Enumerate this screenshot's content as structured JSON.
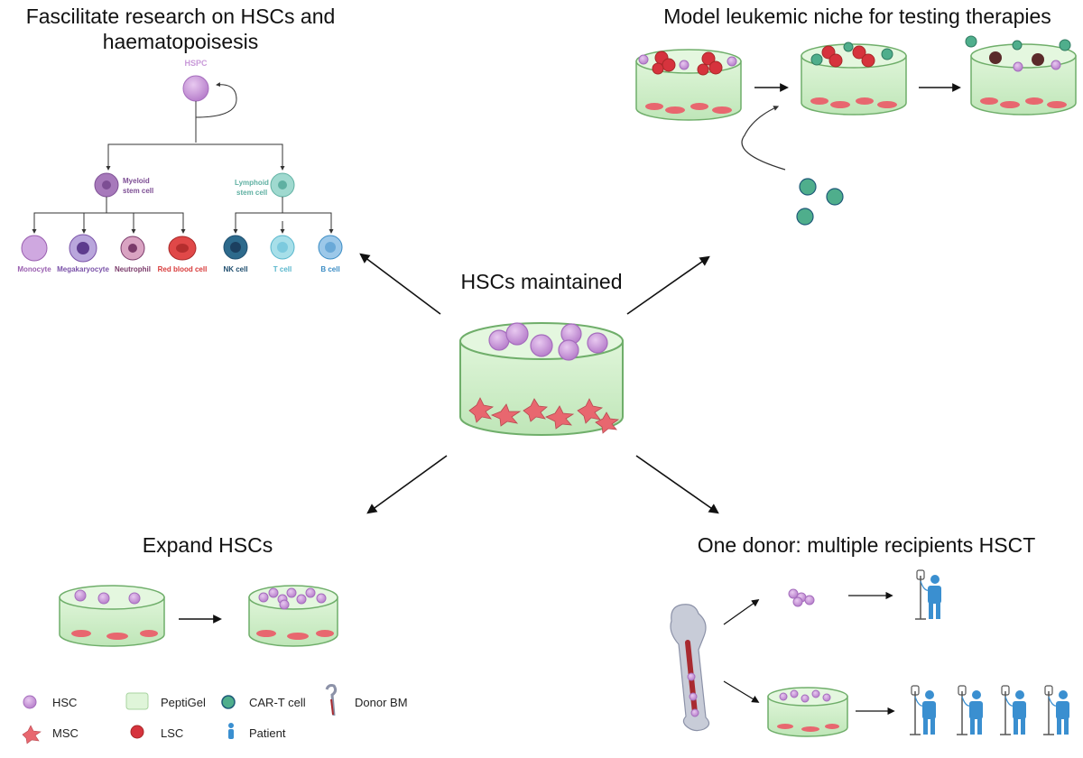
{
  "colors": {
    "hsc": "#c99ad9",
    "hsc_stroke": "#a56dbd",
    "gel": "#cdeec7",
    "gel_stroke": "#6fae6a",
    "msc": "#e8676f",
    "lsc": "#d6333d",
    "cart": "#4fae8c",
    "patient": "#3a8fd0",
    "arrow": "#111111"
  },
  "titles": {
    "research_line1": "Fascilitate research on HSCs and",
    "research_line2": "haematopoisesis",
    "leukemic": "Model leukemic niche for testing therapies",
    "center": "HSCs maintained",
    "expand": "Expand HSCs",
    "donor": "One donor: multiple recipients HSCT"
  },
  "tree": {
    "root": "HSPC",
    "myeloid_line1": "Myeloid",
    "myeloid_line2": "stem cell",
    "lymphoid_line1": "Lymphoid",
    "lymphoid_line2": "stem cell",
    "leaves": [
      {
        "label": "Monocyte",
        "color": "#9a5fb0"
      },
      {
        "label": "Megakaryocyte",
        "color": "#7a52a8"
      },
      {
        "label": "Neutrophil",
        "color": "#7a3a6a"
      },
      {
        "label": "Red blood cell",
        "color": "#d83a3a"
      },
      {
        "label": "NK cell",
        "color": "#1f4e6e"
      },
      {
        "label": "T cell",
        "color": "#57b6cc"
      },
      {
        "label": "B cell",
        "color": "#3b8cc4"
      }
    ]
  },
  "legend": {
    "hsc": "HSC",
    "msc": "MSC",
    "peptigel": "PeptiGel",
    "lsc": "LSC",
    "cart": "CAR-T cell",
    "patient": "Patient",
    "donor_bm": "Donor BM"
  }
}
